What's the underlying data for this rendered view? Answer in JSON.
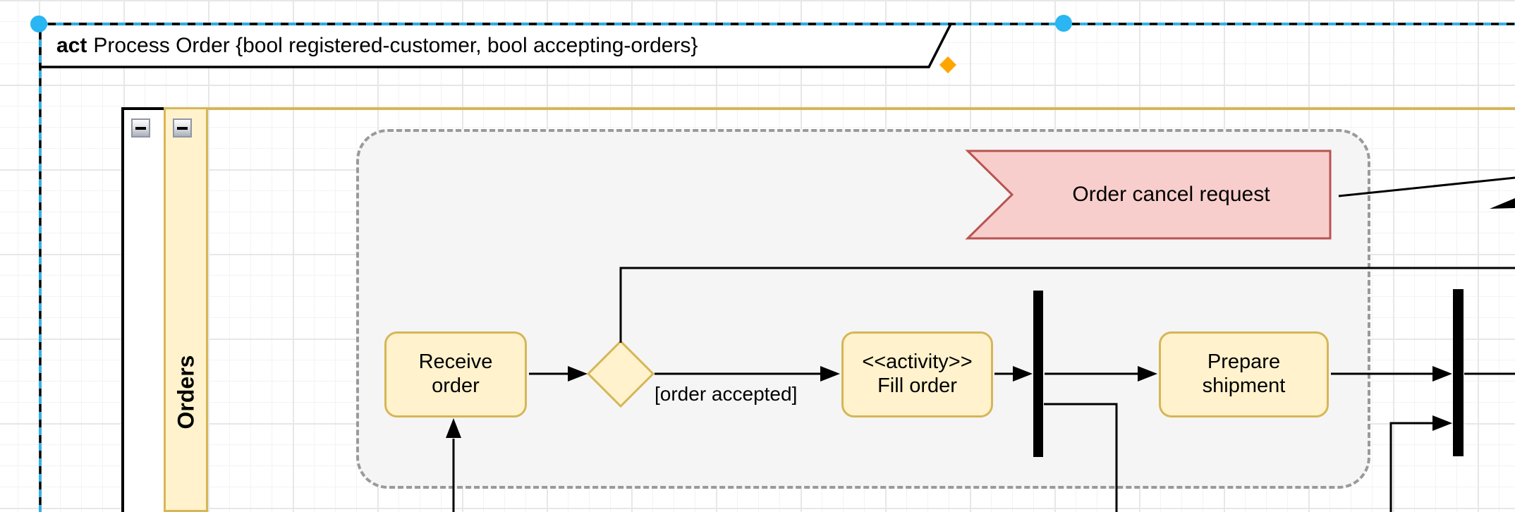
{
  "frame": {
    "keyword": "act",
    "title": "Process Order {bool registered-customer, bool accepting-orders}"
  },
  "pool": {
    "lane_label": "Orders"
  },
  "nodes": {
    "receive_order": {
      "line1": "Receive",
      "line2": "order"
    },
    "fill_order": {
      "line1": "<<activity>>",
      "line2": "Fill order"
    },
    "prepare_shipment": {
      "line1": "Prepare",
      "line2": "shipment"
    },
    "cancel_signal_label": "Order cancel request",
    "decision_guard": "[order accepted]"
  },
  "icons": {
    "collapse_minus": "minus-icon"
  },
  "colors": {
    "node_fill": "#FFF2CC",
    "node_border": "#D6B656",
    "signal_fill": "#F8CECC",
    "signal_border": "#B85450",
    "container_fill": "#F5F5F5",
    "container_border": "#9A9A9A",
    "selection_handle": "#29B6F2",
    "endpoint_handle": "#FFA500",
    "edge": "#000000"
  }
}
